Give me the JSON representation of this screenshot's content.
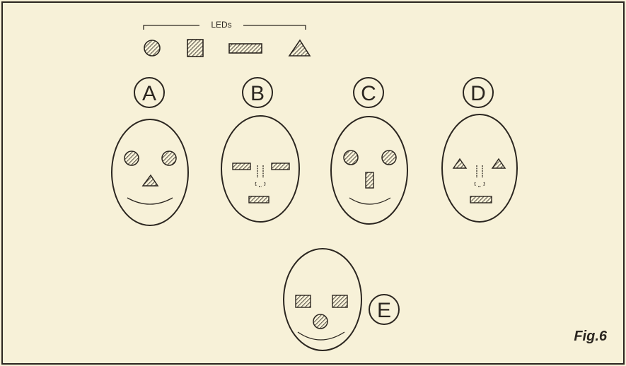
{
  "legend": {
    "title": "LEDs",
    "shapes": [
      "round-led",
      "square-led",
      "rectangular-led",
      "triangular-led"
    ]
  },
  "faces": [
    {
      "label": "A",
      "eyes": "round",
      "nose": "triangle",
      "mouth": "smile"
    },
    {
      "label": "B",
      "eyes": "rectangle",
      "nose": "drawn",
      "mouth": "rectangle"
    },
    {
      "label": "C",
      "eyes": "round",
      "nose": "square-tall",
      "mouth": "smile"
    },
    {
      "label": "D",
      "eyes": "triangle",
      "nose": "drawn",
      "mouth": "rectangle"
    },
    {
      "label": "E",
      "eyes": "square",
      "nose": "round",
      "mouth": "smile"
    }
  ],
  "figure_label": "Fig.6",
  "colors": {
    "paper": "#f7f1d8",
    "ink": "#2b2620"
  }
}
